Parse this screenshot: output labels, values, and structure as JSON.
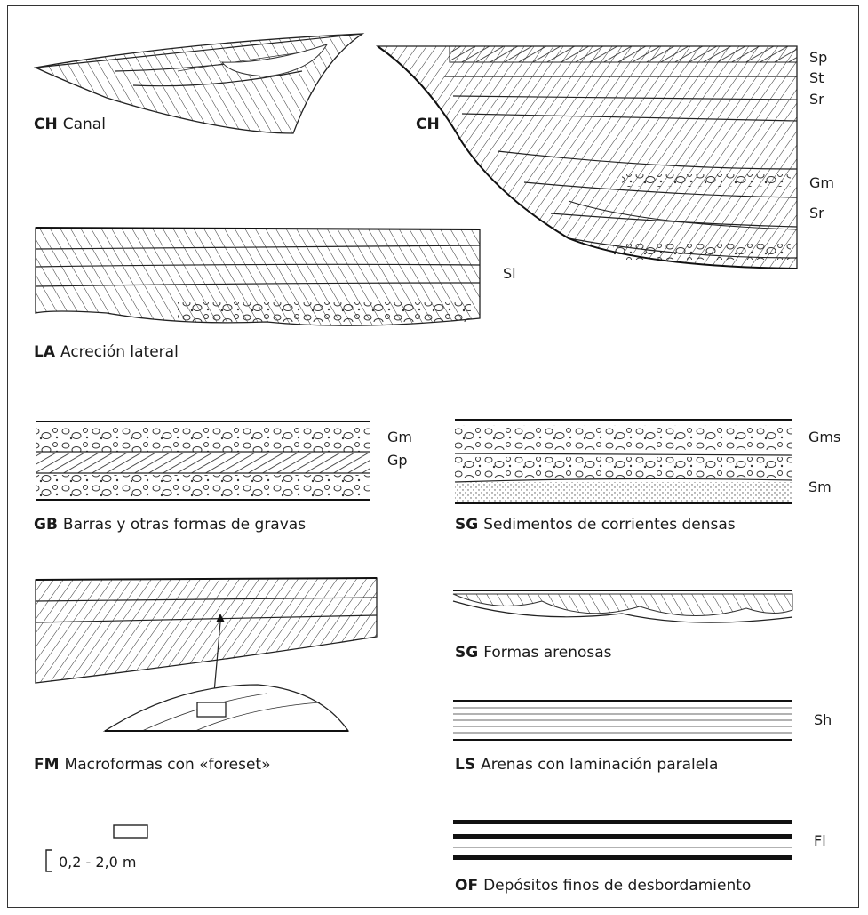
{
  "panels": {
    "ch_small": {
      "code": "CH",
      "caption": "Canal"
    },
    "ch_large": {
      "code": "CH"
    },
    "la": {
      "code": "LA",
      "caption": "Acreción lateral",
      "facies": "Sl"
    },
    "gb": {
      "code": "GB",
      "caption": "Barras y otras formas de gravas",
      "facies_top": "Gm",
      "facies_mid": "Gp"
    },
    "sg_dense": {
      "code": "SG",
      "caption": "Sedimentos de corrientes densas",
      "facies_top": "Gms",
      "facies_bottom": "Sm"
    },
    "fm": {
      "code": "FM",
      "caption": "Macroformas con «foreset»"
    },
    "sg_sand": {
      "code": "SG",
      "caption": "Formas arenosas"
    },
    "ls": {
      "code": "LS",
      "caption": "Arenas con laminación paralela",
      "facies": "Sh"
    },
    "of": {
      "code": "OF",
      "caption": "Depósitos finos de desbordamiento",
      "facies": "Fl"
    }
  },
  "ch_facies": [
    "Sp",
    "St",
    "Sr",
    "Gm",
    "Sr"
  ],
  "scale": {
    "label": "0,2 - 2,0 m"
  }
}
